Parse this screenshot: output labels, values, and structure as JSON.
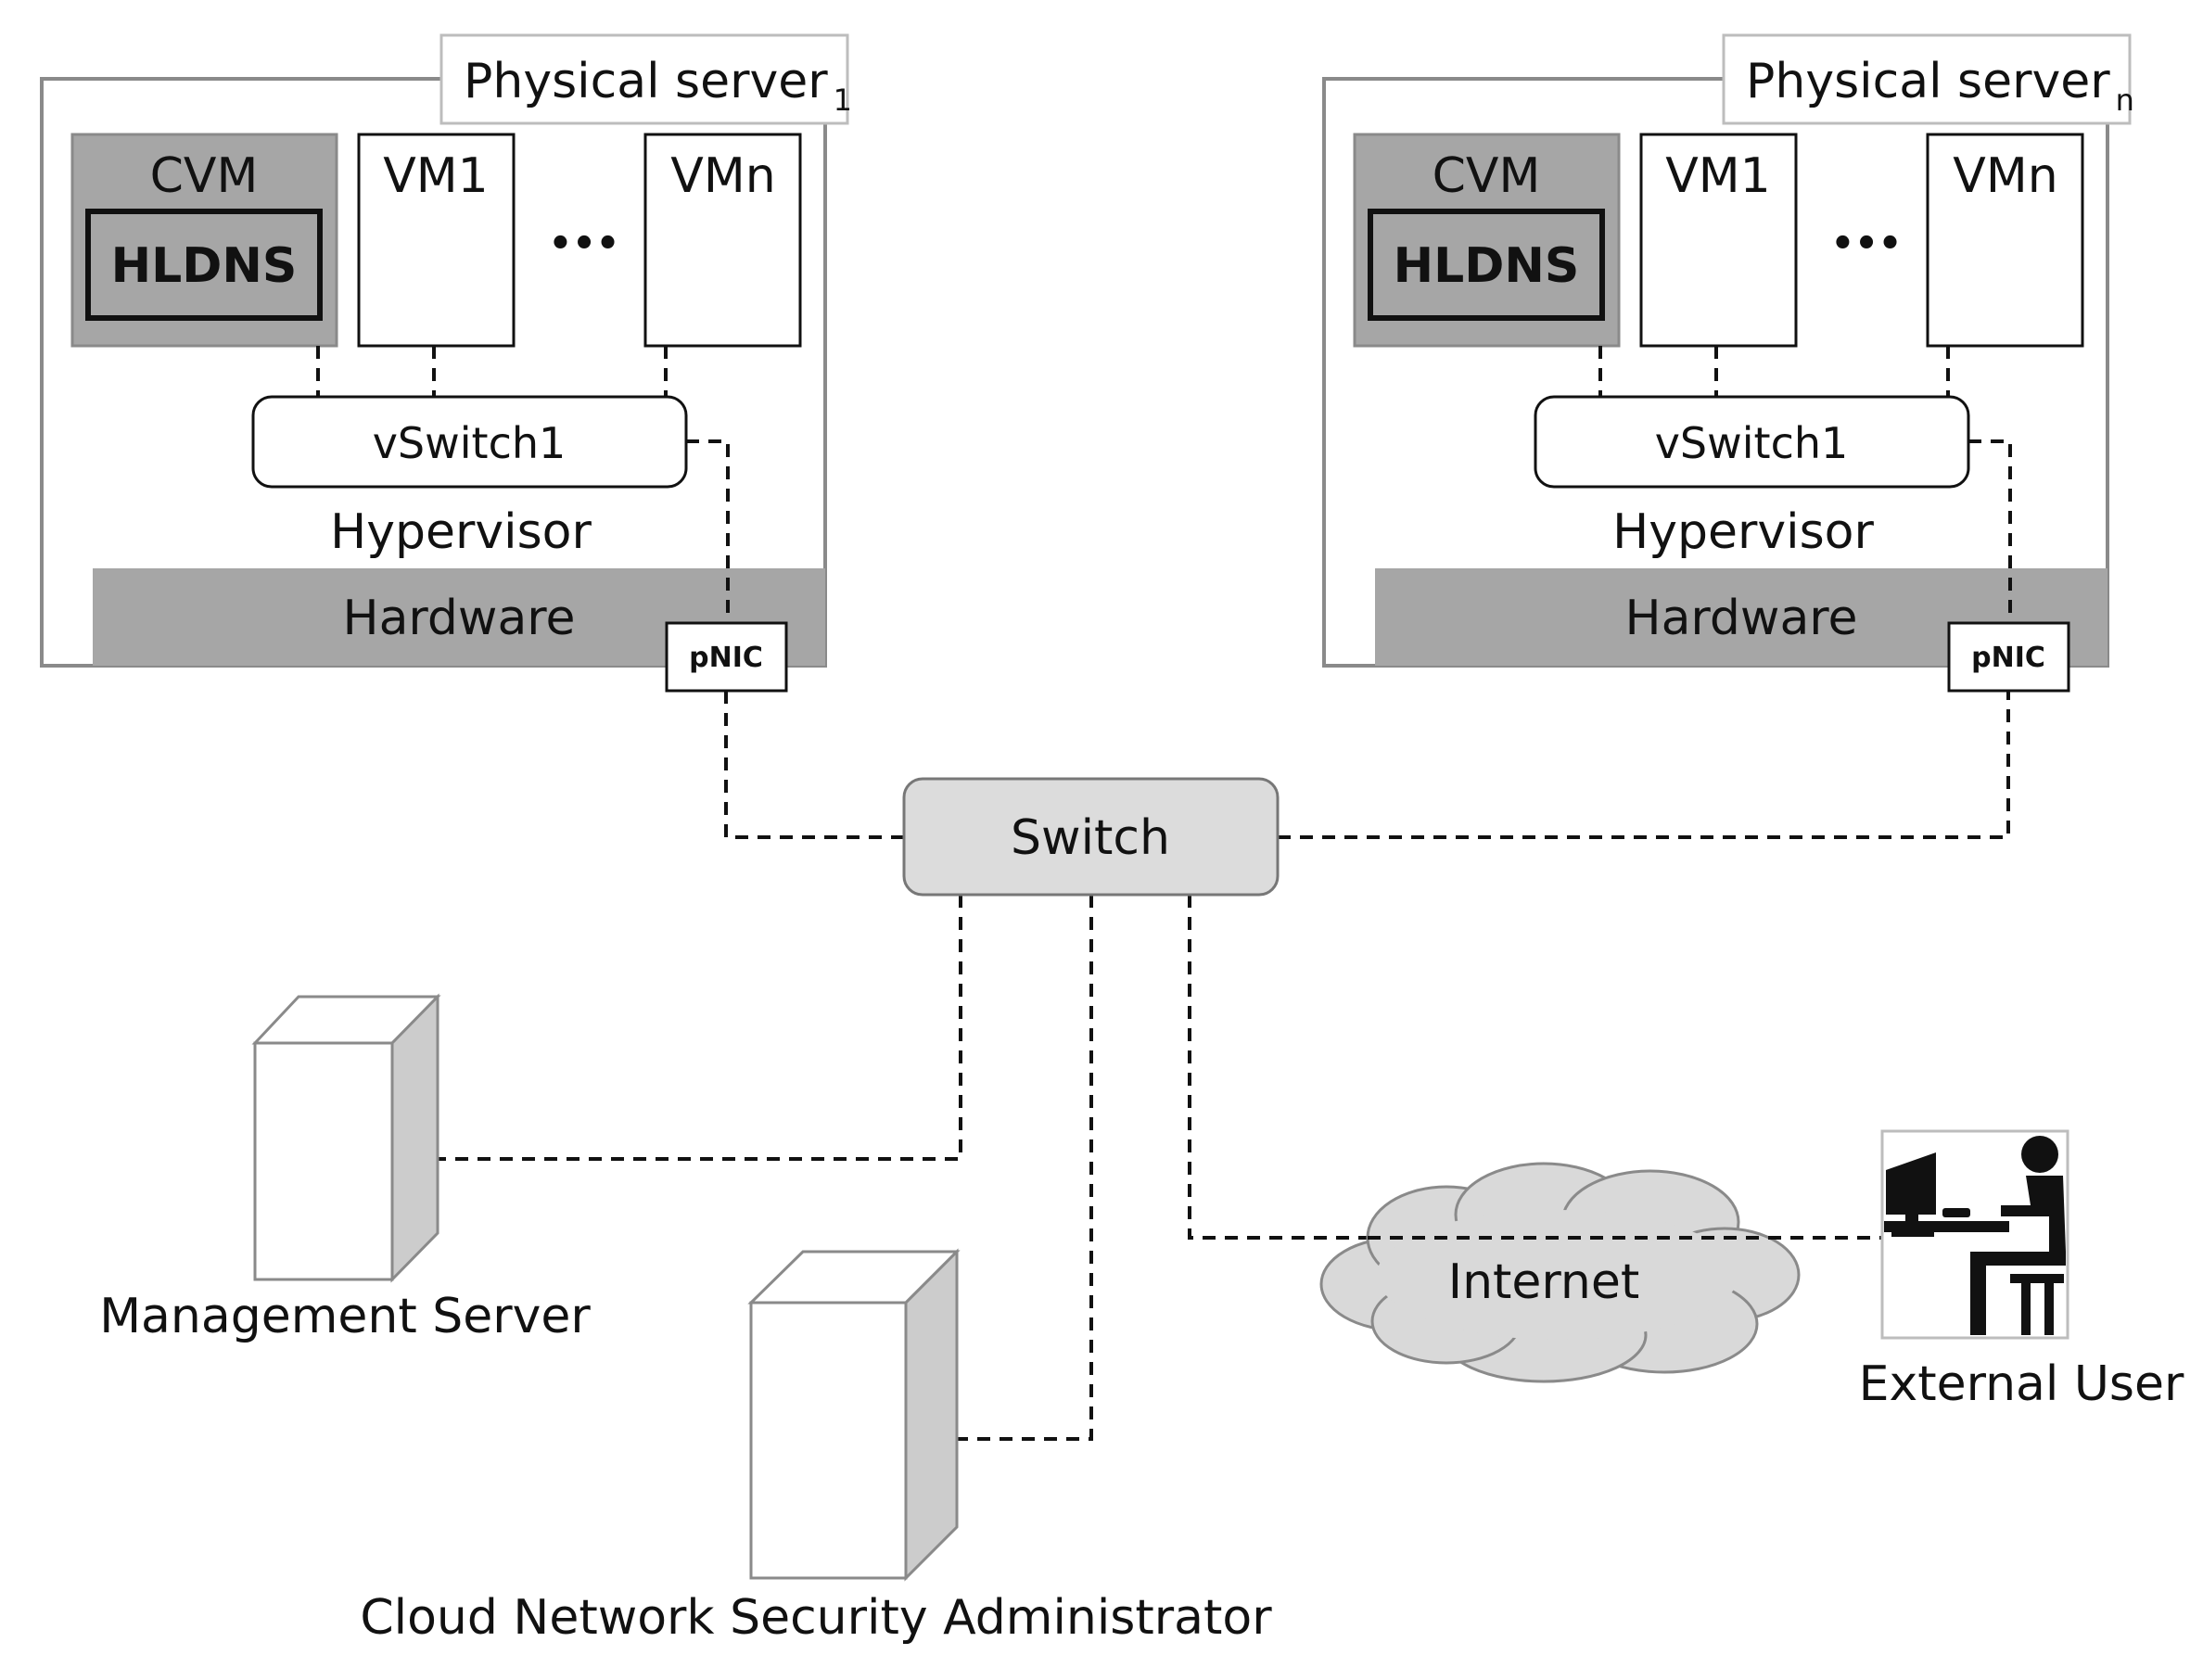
{
  "servers": [
    {
      "title": "Physical server",
      "title_sub": "1",
      "cvm_label": "CVM",
      "hldns_label": "HLDNS",
      "vm_first_label": "VM1",
      "vm_last_label": "VMn",
      "ellipsis": "•••",
      "vswitch_label": "vSwitch1",
      "hypervisor_label": "Hypervisor",
      "hardware_label": "Hardware",
      "pnic_label": "pNIC"
    },
    {
      "title": "Physical server",
      "title_sub": "n",
      "cvm_label": "CVM",
      "hldns_label": "HLDNS",
      "vm_first_label": "VM1",
      "vm_last_label": "VMn",
      "ellipsis": "•••",
      "vswitch_label": "vSwitch1",
      "hypervisor_label": "Hypervisor",
      "hardware_label": "Hardware",
      "pnic_label": "pNIC"
    }
  ],
  "switch_label": "Switch",
  "management_server_label": "Management Server",
  "admin_label": "Cloud Network Security Administrator",
  "internet_label": "Internet",
  "external_user_label": "External User"
}
